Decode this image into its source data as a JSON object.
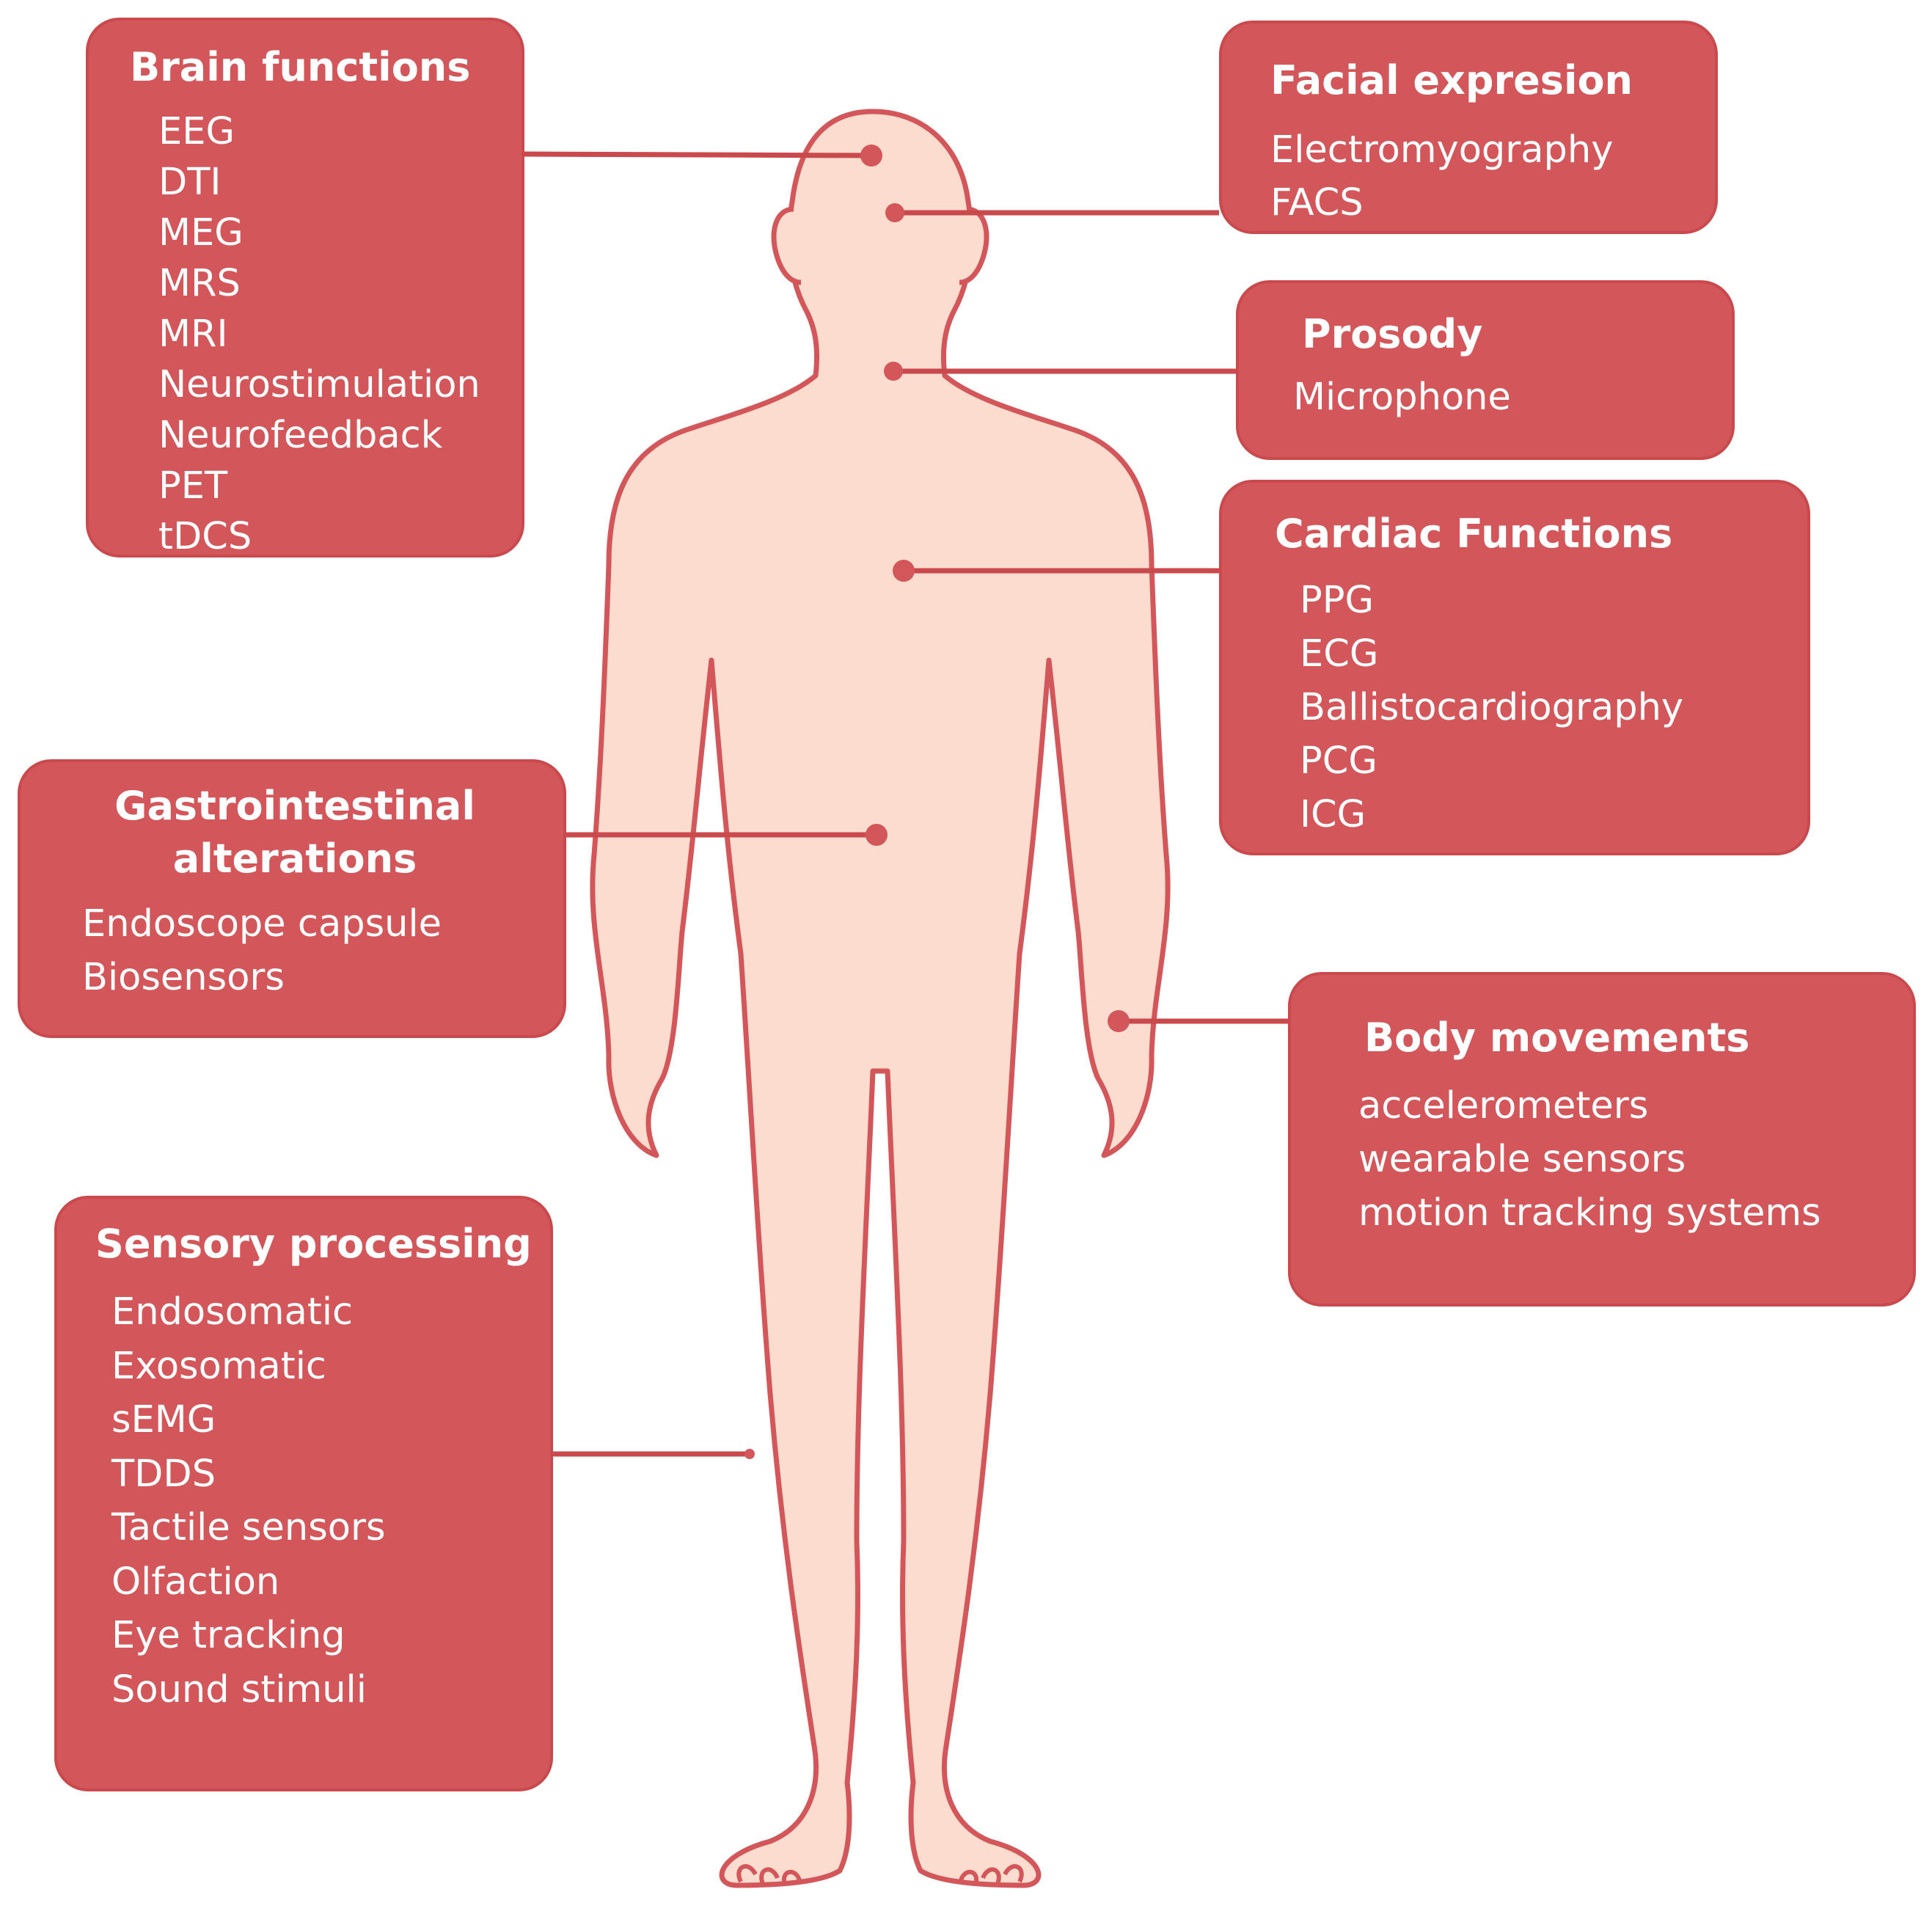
{
  "colors": {
    "box_fill": "#d3575a",
    "box_border": "#c9494d",
    "body_fill": "#fcdcce",
    "body_outline": "#d3575a",
    "connector": "#c9494d",
    "text": "#ffffff"
  },
  "boxes": {
    "brain": {
      "title": "Brain functions",
      "items": [
        "EEG",
        "DTI",
        "MEG",
        "MRS",
        "MRI",
        "Neurostimulation",
        "Neurofeedback",
        "PET",
        "tDCS"
      ]
    },
    "facial": {
      "title": "Facial expresion",
      "items": [
        "Electromyography",
        "FACS"
      ]
    },
    "prosody": {
      "title": "Prosody",
      "items": [
        "Microphone"
      ]
    },
    "cardiac": {
      "title": "Cardiac Functions",
      "items": [
        "PPG",
        "ECG",
        "Ballistocardiography",
        "PCG",
        "ICG"
      ]
    },
    "gastro": {
      "title_line1": "Gastrointestinal",
      "title_line2": "alterations",
      "items": [
        "Endoscope capsule",
        "Biosensors"
      ]
    },
    "body": {
      "title": "Body movements",
      "items": [
        "accelerometers",
        "wearable sensors",
        "motion tracking systems"
      ]
    },
    "sensory": {
      "title": "Sensory processing",
      "items": [
        "Endosomatic",
        "Exosomatic",
        "sEMG",
        "TDDS",
        "Tactile sensors",
        "Olfaction",
        "Eye tracking",
        "Sound stimuli"
      ]
    }
  }
}
